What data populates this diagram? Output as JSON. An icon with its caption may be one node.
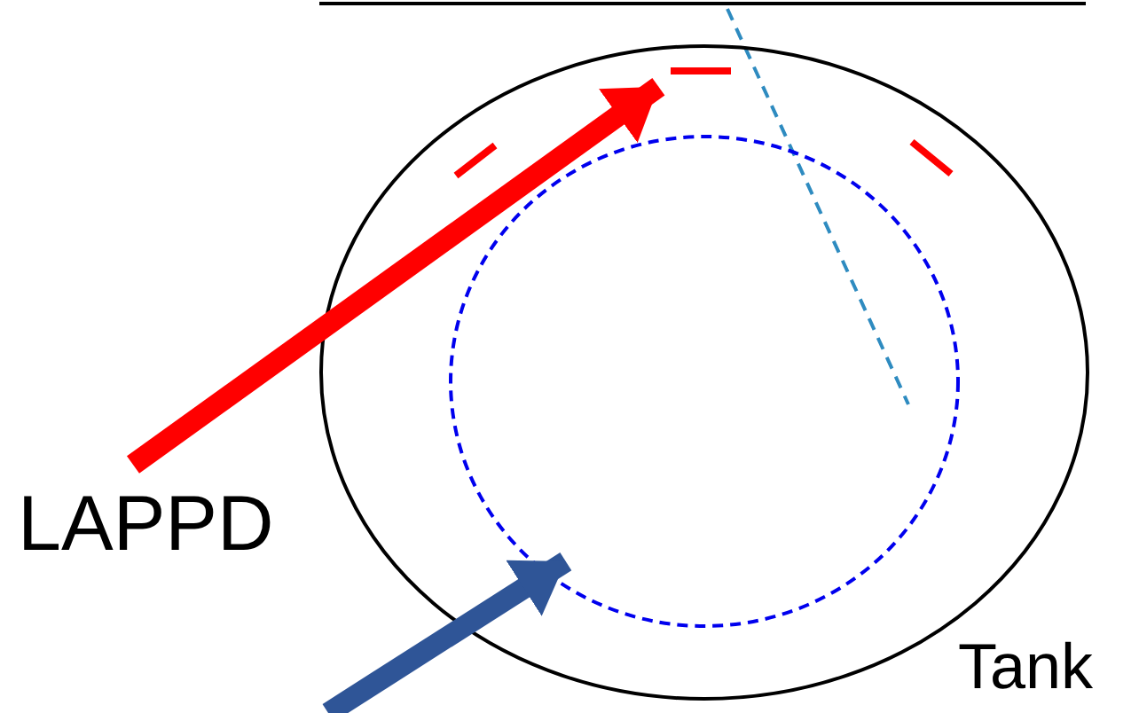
{
  "diagram": {
    "nodes": [
      {
        "text": [
          "LAPPD"
        ]
      },
      {
        "text": [],
        "shape": "circle",
        "beside": [
          "Tank"
        ]
      },
      {
        "text": [],
        "shape": "bar",
        "in": 1
      },
      {
        "text": [],
        "shape": "bar",
        "in": 1
      },
      {
        "text": [],
        "shape": "bar",
        "in": 1
      },
      {
        "text": [],
        "shape": "circle",
        "in": 1
      }
    ],
    "edges": [
      {
        "from": 0,
        "to": 3,
        "arrow": "to",
        "color": "#ff0000"
      },
      {
        "from": null,
        "to": 5,
        "arrow": "to",
        "color": "#2f5597"
      }
    ]
  }
}
